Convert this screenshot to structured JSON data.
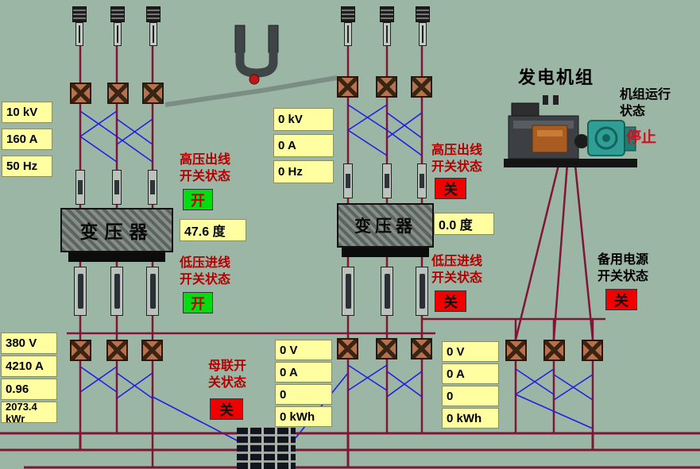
{
  "colors": {
    "background": "#9cb6a6",
    "wire": "#801535",
    "signal_blue": "#2020dd",
    "value_bg": "#ffffa2",
    "status_on": "#00dd11",
    "status_off": "#f20000"
  },
  "left_section": {
    "hv_values": [
      "10 kV",
      "160 A",
      "50 Hz"
    ],
    "hv_switch_label": "高压出线\n开关状态",
    "hv_switch_status": "开",
    "transformer_label": "变压器",
    "transformer_temp": "47.6 度",
    "lv_switch_label": "低压进线\n开关状态",
    "lv_switch_status": "开",
    "lv_values": [
      "380 V",
      "4210 A",
      "0.96",
      "2073.4 kWr"
    ]
  },
  "middle_section": {
    "hv_values": [
      "0 kV",
      "0 A",
      "0 Hz"
    ],
    "hv_switch_label": "高压出线\n开关状态",
    "hv_switch_status": "关",
    "transformer_label": "变压器",
    "transformer_temp": "0.0 度",
    "lv_switch_label": "低压进线\n开关状态",
    "lv_switch_status": "关",
    "bus_tie_label": "母联开\n关状态",
    "bus_tie_status": "关",
    "lv_values_a": [
      "0 V",
      "0 A",
      "0",
      "0 kWh"
    ],
    "lv_values_b": [
      "0 V",
      "0 A",
      "0",
      "0 kWh"
    ]
  },
  "generator_section": {
    "title": "发电机组",
    "run_label": "机组运行\n状态",
    "run_status": "停止",
    "backup_label": "备用电源\n开关状态",
    "backup_status": "关"
  }
}
